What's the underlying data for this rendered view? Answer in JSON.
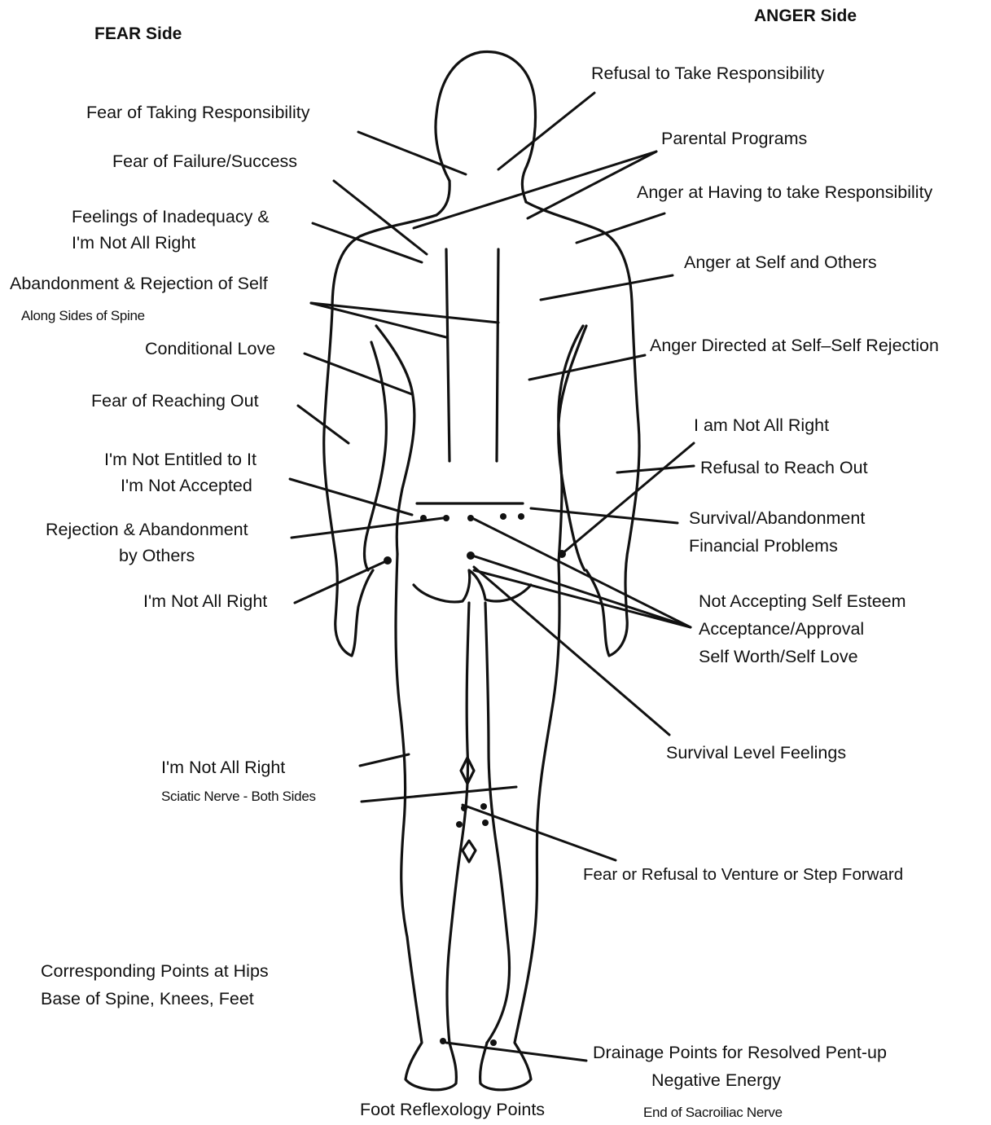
{
  "headers": {
    "fear_side": "FEAR Side",
    "anger_side": "ANGER Side"
  },
  "fear_labels": {
    "fear_taking_responsibility": "Fear of Taking Responsibility",
    "fear_failure_success": "Fear of Failure/Success",
    "inadequacy_1": "Feelings of Inadequacy &",
    "inadequacy_2": "I'm Not All Right",
    "abandonment_self": "Abandonment & Rejection of Self",
    "along_sides_spine": "Along Sides of Spine",
    "conditional_love": "Conditional Love",
    "fear_reaching_out": "Fear of Reaching Out",
    "not_entitled": "I'm Not Entitled to It",
    "not_accepted": "I'm Not Accepted",
    "rejection_others_1": "Rejection & Abandonment",
    "rejection_others_2": "by Others",
    "not_all_right_hip": "I'm Not All Right",
    "not_all_right_thigh": "I'm Not All Right",
    "sciatic_nerve": "Sciatic Nerve - Both Sides",
    "corresponding_1": "Corresponding Points at Hips",
    "corresponding_2": "Base of Spine, Knees, Feet",
    "foot_reflexology": "Foot Reflexology Points"
  },
  "anger_labels": {
    "refusal_responsibility": "Refusal to Take Responsibility",
    "parental_programs": "Parental Programs",
    "anger_having_responsibility": "Anger at Having to take Responsibility",
    "anger_self_others": "Anger at Self and Others",
    "anger_directed_self": "Anger Directed at Self–Self Rejection",
    "i_am_not_all_right": "I am Not All Right",
    "refusal_reach_out": "Refusal to Reach Out",
    "survival_abandonment": "Survival/Abandonment",
    "financial_problems": "Financial Problems",
    "not_accepting_self_esteem": "Not Accepting Self Esteem",
    "acceptance_approval": "Acceptance/Approval",
    "self_worth": "Self Worth/Self Love",
    "survival_level": "Survival Level Feelings",
    "fear_refusal_venture": "Fear or Refusal to Venture or Step Forward",
    "drainage_1": "Drainage Points for Resolved Pent-up",
    "drainage_2": "Negative Energy",
    "end_sacroiliac": "End of Sacroiliac Nerve"
  }
}
